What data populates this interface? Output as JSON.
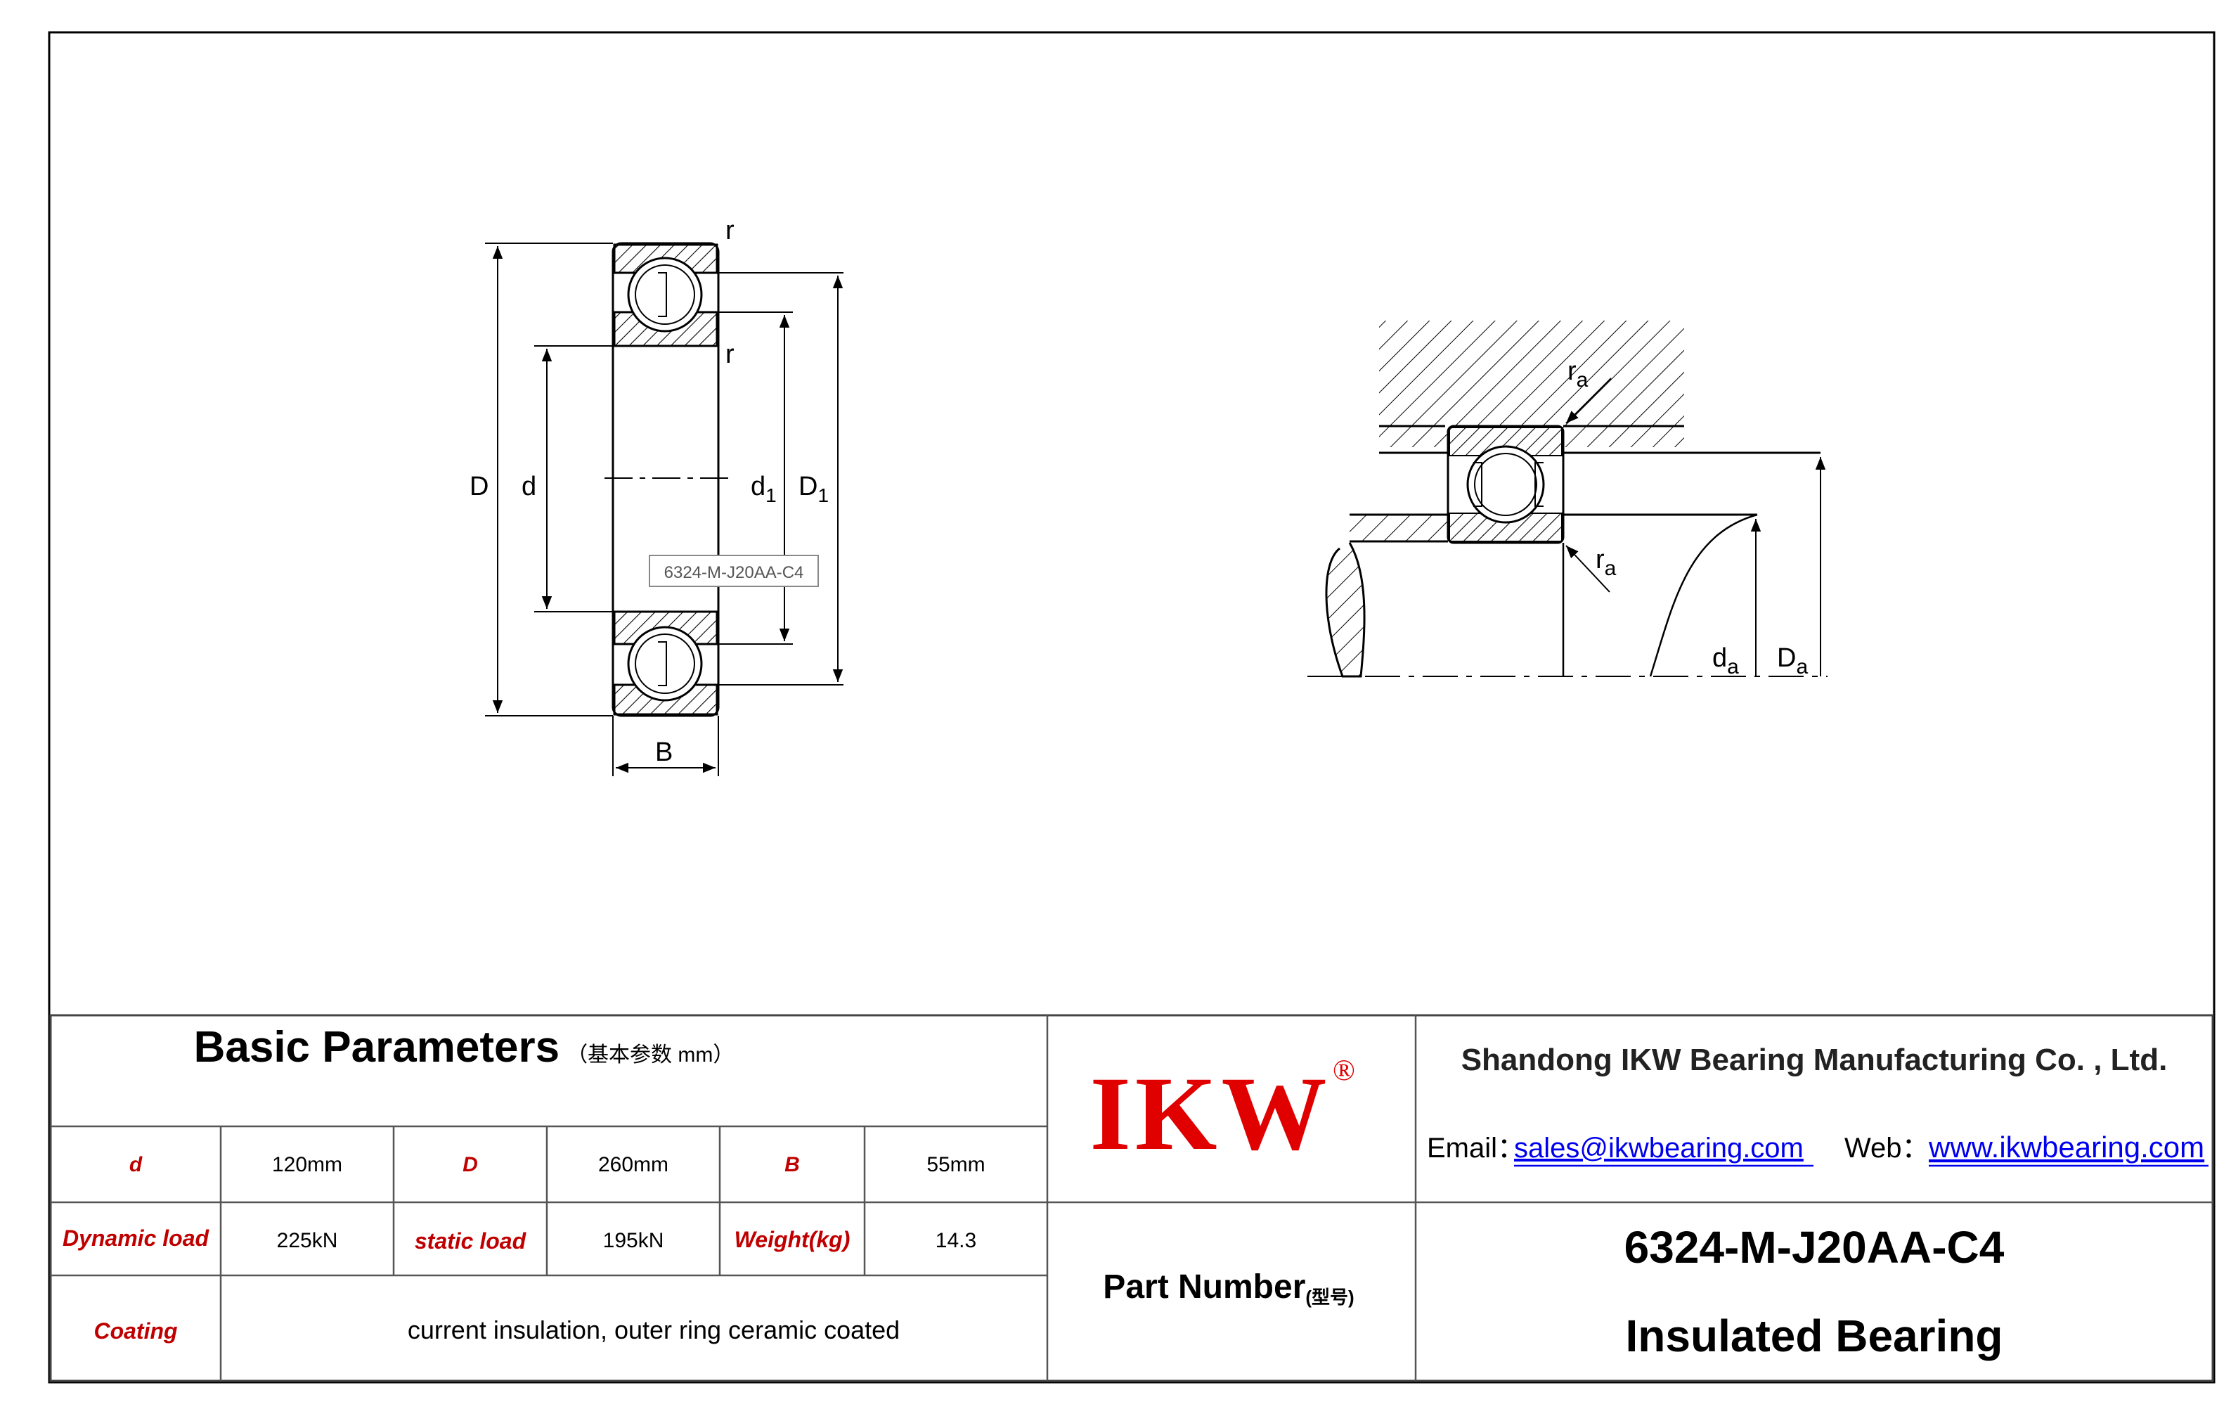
{
  "drawing_left": {
    "labels": {
      "r_top": "r",
      "r_mid": "r",
      "D": "D",
      "d": "d",
      "d1": "d",
      "d1_sub": "1",
      "D1": "D",
      "D1_sub": "1",
      "B": "B"
    },
    "part_tag": "6324-M-J20AA-C4"
  },
  "drawing_right": {
    "labels": {
      "ra_top": "r",
      "ra_top_sub": "a",
      "ra_bot": "r",
      "ra_bot_sub": "a",
      "da": "d",
      "da_sub": "a",
      "Da": "D",
      "Da_sub": "a"
    }
  },
  "parameters": {
    "title": "Basic Parameters",
    "title_note": "（基本参数 mm）",
    "rows": [
      [
        {
          "label": "d",
          "value": "120mm"
        },
        {
          "label": "D",
          "value": "260mm"
        },
        {
          "label": "B",
          "value": "55mm"
        }
      ],
      [
        {
          "label": "Dynamic load",
          "value": "225kN"
        },
        {
          "label": "static load",
          "value": "195kN"
        },
        {
          "label": "Weight(kg)",
          "value": "14.3"
        }
      ]
    ],
    "coating": {
      "label": "Coating",
      "value": "current insulation, outer ring ceramic coated"
    }
  },
  "brand": {
    "logo": "IKW",
    "registered": "®",
    "color": "#e00000"
  },
  "part_number": {
    "label": "Part Number",
    "label_note": "(型号)"
  },
  "company": {
    "name": "Shandong IKW Bearing Manufacturing Co. , Ltd.",
    "email_label": "Email：",
    "email": "sales@ikwbearing.com",
    "web_label": "Web：",
    "web": "www.ikwbearing.com",
    "link_color": "#0000ee"
  },
  "product": {
    "code": "6324-M-J20AA-C4",
    "type": "Insulated Bearing"
  }
}
